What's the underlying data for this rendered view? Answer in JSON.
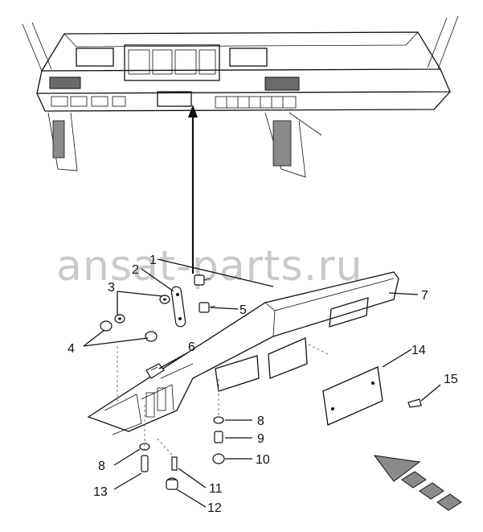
{
  "watermark": "ansat-parts.ru",
  "callouts": {
    "c1": "1",
    "c2": "2",
    "c3": "3",
    "c4": "4",
    "c5": "5",
    "c6": "6",
    "c7": "7",
    "c8a": "8",
    "c8b": "8",
    "c9": "9",
    "c10": "10",
    "c11": "11",
    "c12": "12",
    "c13": "13",
    "c14": "14",
    "c15": "15"
  },
  "colors": {
    "line": "#111111",
    "fill_dark": "#6b6b6b",
    "watermark": "#c9c9c9"
  }
}
